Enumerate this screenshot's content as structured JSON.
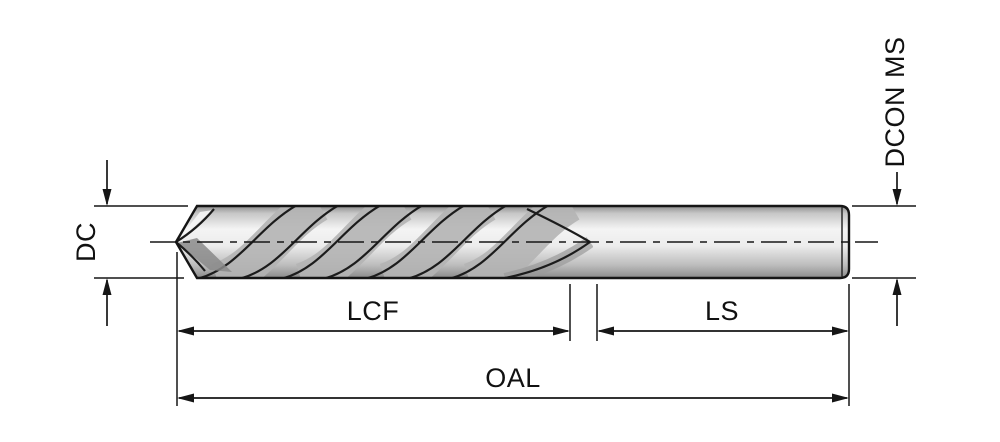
{
  "diagram": {
    "type": "technical-drawing-drill-bit",
    "labels": {
      "dc": "DC",
      "dcon_ms": "DCON MS",
      "lcf": "LCF",
      "ls": "LS",
      "oal": "OAL"
    },
    "colors": {
      "background": "#ffffff",
      "line": "#161616",
      "metal_highlight": "#f4f4f4",
      "metal_mid": "#c6c6c6",
      "metal_shadow": "#8d8d8d",
      "flute_shading": "#b4b4b4"
    }
  }
}
